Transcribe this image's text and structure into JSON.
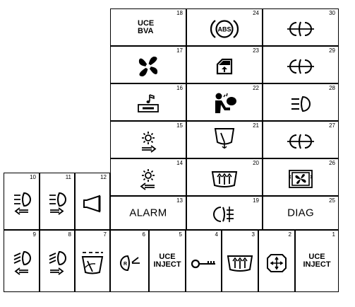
{
  "fuses": [
    {
      "id": "18",
      "number": "18",
      "label_lines": [
        "UCE",
        "BVA"
      ],
      "icon": "text"
    },
    {
      "id": "24",
      "number": "24",
      "label": "ABS",
      "icon": "abs-icon"
    },
    {
      "id": "30",
      "number": "30",
      "icon": "fog-light-icon"
    },
    {
      "id": "17",
      "number": "17",
      "icon": "fan-icon"
    },
    {
      "id": "23",
      "number": "23",
      "icon": "power-window-icon"
    },
    {
      "id": "29",
      "number": "29",
      "icon": "fog-light-icon"
    },
    {
      "id": "16",
      "number": "16",
      "icon": "radio-icon"
    },
    {
      "id": "22",
      "number": "22",
      "icon": "airbag-icon"
    },
    {
      "id": "28",
      "number": "28",
      "icon": "headlight-icon"
    },
    {
      "id": "15",
      "number": "15",
      "icon": "turn-right-lamp-icon"
    },
    {
      "id": "21",
      "number": "21",
      "icon": "rear-wiper-icon"
    },
    {
      "id": "27",
      "number": "27",
      "icon": "fog-light-icon"
    },
    {
      "id": "14",
      "number": "14",
      "icon": "turn-left-lamp-icon"
    },
    {
      "id": "20",
      "number": "20",
      "icon": "rear-defrost-icon"
    },
    {
      "id": "26",
      "number": "26",
      "icon": "heater-blower-icon"
    },
    {
      "id": "13",
      "number": "13",
      "label": "ALARM",
      "icon": "text"
    },
    {
      "id": "19",
      "number": "19",
      "icon": "rear-fog-icon"
    },
    {
      "id": "25",
      "number": "25",
      "label": "DIAG",
      "icon": "text"
    },
    {
      "id": "10",
      "number": "10",
      "icon": "low-beam-left-icon"
    },
    {
      "id": "11",
      "number": "11",
      "icon": "low-beam-right-icon"
    },
    {
      "id": "12",
      "number": "12",
      "icon": "horn-icon"
    },
    {
      "id": "9",
      "number": "9",
      "icon": "high-beam-left-icon"
    },
    {
      "id": "8",
      "number": "8",
      "icon": "high-beam-right-icon"
    },
    {
      "id": "7",
      "number": "7",
      "icon": "front-wiper-icon"
    },
    {
      "id": "6",
      "number": "6",
      "icon": "reverse-light-icon"
    },
    {
      "id": "5",
      "number": "5",
      "label_lines": [
        "UCE",
        "INJECT"
      ],
      "icon": "text"
    },
    {
      "id": "4",
      "number": "4",
      "icon": "key-icon"
    },
    {
      "id": "3",
      "number": "3",
      "icon": "rear-defrost-icon"
    },
    {
      "id": "2",
      "number": "2",
      "icon": "hazard-icon"
    },
    {
      "id": "1",
      "number": "1",
      "label_lines": [
        "UCE",
        "INJECT"
      ],
      "icon": "text"
    }
  ]
}
